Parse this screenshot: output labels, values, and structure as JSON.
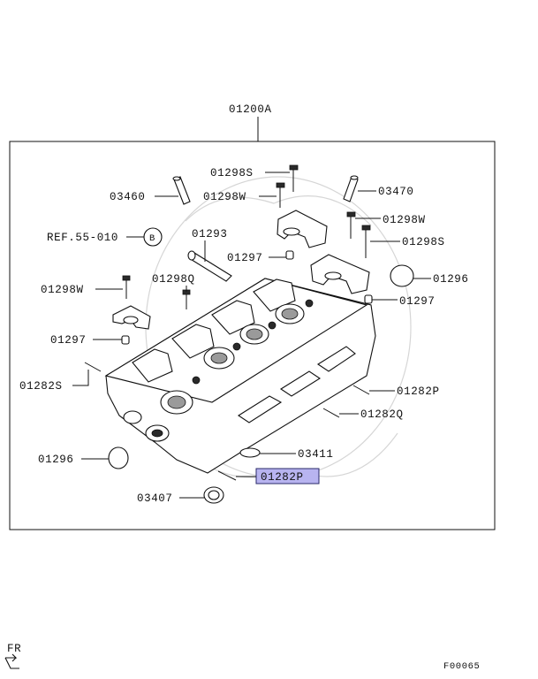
{
  "assembly_label": "01200A",
  "reference": {
    "text": "REF.55-010",
    "circle_letter": "B"
  },
  "callouts": {
    "c03460": "03460",
    "c01298s_top": "01298S",
    "c01298w_top": "01298W",
    "c03470": "03470",
    "c01298w_right": "01298W",
    "c01293": "01293",
    "c01298s_right": "01298S",
    "c01297_mid": "01297",
    "c01296_right": "01296",
    "c01298w_left": "01298W",
    "c01298q": "01298Q",
    "c01297_right": "01297",
    "c01297_left": "01297",
    "c01282s": "01282S",
    "c01282p_right": "01282P",
    "c01282q": "01282Q",
    "c01296_left": "01296",
    "c03411": "03411",
    "c01282p_highlight": "01282P",
    "c03407": "03407"
  },
  "highlight_color": "#b8b4f0",
  "orientation": {
    "label": "FR",
    "icon": "front-arrow-icon"
  },
  "figure_code": "F00065"
}
